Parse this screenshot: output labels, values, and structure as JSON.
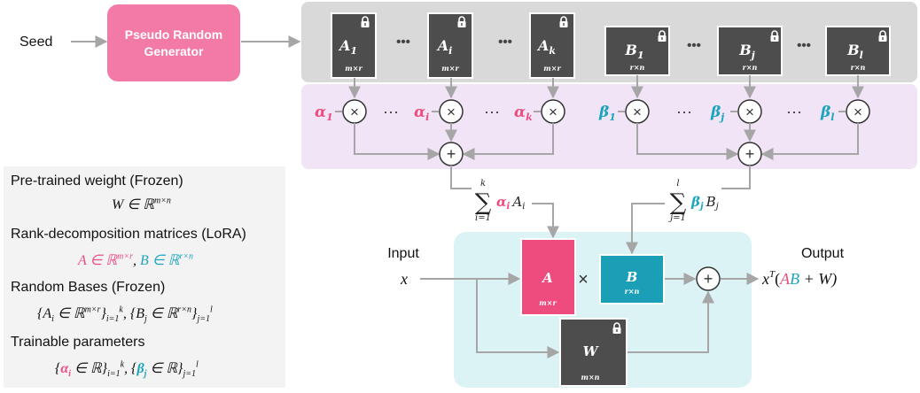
{
  "labels": {
    "seed": "Seed",
    "prng_line1": "Pseudo Random",
    "prng_line2": "Generator",
    "dots": "•••",
    "ellipsis": "···",
    "times_sym": "×",
    "plus_sym": "+",
    "input": "Input",
    "output": "Output",
    "input_var": "x"
  },
  "colors": {
    "pink": "#ee4b7e",
    "teal": "#1aa5bd",
    "dark_box": "#4d4d4d",
    "prng_fill": "#f37aa6",
    "bases_band": "#d9d9d9",
    "coef_band": "#f1e4f6",
    "model_panel": "#dcf3f6",
    "arrow": "#a6a6a6"
  },
  "bases": {
    "A": [
      {
        "name": "A",
        "sub": "1",
        "dim": "m×r"
      },
      {
        "name": "A",
        "sub": "i",
        "dim": "m×r"
      },
      {
        "name": "A",
        "sub": "k",
        "dim": "m×r"
      }
    ],
    "B": [
      {
        "name": "B",
        "sub": "1",
        "dim": "r×n"
      },
      {
        "name": "B",
        "sub": "j",
        "dim": "r×n"
      },
      {
        "name": "B",
        "sub": "l",
        "dim": "r×n"
      }
    ]
  },
  "coefficients": {
    "alpha": [
      {
        "sym": "α",
        "sub": "1"
      },
      {
        "sym": "α",
        "sub": "i"
      },
      {
        "sym": "α",
        "sub": "k"
      }
    ],
    "beta": [
      {
        "sym": "β",
        "sub": "1"
      },
      {
        "sym": "β",
        "sub": "j"
      },
      {
        "sym": "β",
        "sub": "l"
      }
    ]
  },
  "sums": {
    "left": {
      "upper": "k",
      "lower": "i=1",
      "coef": "α",
      "coef_sub": "i",
      "mat": "A",
      "mat_sub": "i"
    },
    "right": {
      "upper": "l",
      "lower": "j=1",
      "coef": "β",
      "coef_sub": "j",
      "mat": "B",
      "mat_sub": "j"
    }
  },
  "model": {
    "A": {
      "name": "A",
      "dim": "m×r"
    },
    "B": {
      "name": "B",
      "dim": "r×n"
    },
    "W": {
      "name": "W",
      "dim": "m×n"
    },
    "output_expr": {
      "pre": "x",
      "sup": "T",
      "open": "(",
      "a": "A",
      "b": "B",
      "rest": " + W)"
    }
  },
  "legend": {
    "h1": "Pre-trained weight (Frozen)",
    "f1": "W ∈ ℝ",
    "f1_sup": "m×n",
    "h2": "Rank-decomposition matrices (LoRA)",
    "f2_a": "A ∈ ℝ",
    "f2_a_sup": "m×r",
    "f2_sep": ", ",
    "f2_b": "B ∈ ℝ",
    "f2_b_sup": "r×n",
    "h3": "Random Bases (Frozen)",
    "f3_part1": "{A",
    "f3_sub_i": "i",
    "f3_part2": " ∈ ℝ",
    "f3_sup1": "m×r",
    "f3_part3": "}",
    "f3_sub_i1": "i=1",
    "f3_sup_k": "k",
    "f3_part4": ", {B",
    "f3_sub_j": "j",
    "f3_part5": " ∈ ℝ",
    "f3_sup2": "r×n",
    "f3_part6": "}",
    "f3_sub_j1": "j=1",
    "f3_sup_l": "l",
    "h4": "Trainable parameters",
    "f4_open": "{",
    "f4_alpha": "α",
    "f4_sub_i": "i",
    "f4_mid1": " ∈ ℝ}",
    "f4_sub_i1": "i=1",
    "f4_sup_k": "k",
    "f4_mid2": ", {",
    "f4_beta": "β",
    "f4_sub_j": "j",
    "f4_mid3": " ∈ ℝ}",
    "f4_sub_j1": "j=1",
    "f4_sup_l": "l"
  }
}
